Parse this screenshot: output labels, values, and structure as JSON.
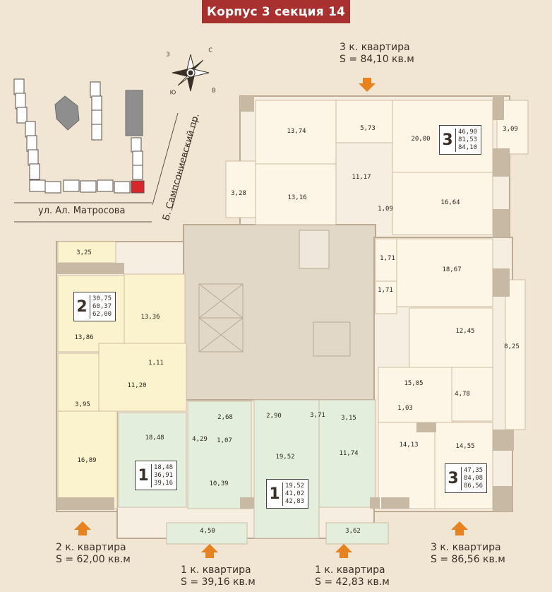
{
  "header": {
    "title": "Корпус 3 секция 14"
  },
  "captions": {
    "top": {
      "line1": "3 к. квартира",
      "line2": "S = 84,10 кв.м"
    },
    "bottom_left": {
      "line1": "2 к. квартира",
      "line2": "S = 62,00 кв.м"
    },
    "bottom_mid1": {
      "line1": "1 к. квартира",
      "line2": "S = 39,16 кв.м"
    },
    "bottom_mid2": {
      "line1": "1 к. квартира",
      "line2": "S = 42,83 кв.м"
    },
    "bottom_right": {
      "line1": "3 к. квартира",
      "line2": "S = 86,56 кв.м"
    }
  },
  "site_plan": {
    "street_bottom": "ул. Ал. Матросова",
    "street_right": "Б. Сампсониевский пр.",
    "compass": {
      "n": "С",
      "s": "Ю",
      "w": "З",
      "e": "В"
    }
  },
  "apartments": [
    {
      "rooms": "3",
      "v1": "46,90",
      "v2": "81,53",
      "v3": "84,10"
    },
    {
      "rooms": "2",
      "v1": "30,75",
      "v2": "60,37",
      "v3": "62,00"
    },
    {
      "rooms": "1",
      "v1": "18,48",
      "v2": "36,91",
      "v3": "39,16"
    },
    {
      "rooms": "1",
      "v1": "19,52",
      "v2": "41,02",
      "v3": "42,83"
    },
    {
      "rooms": "3",
      "v1": "47,35",
      "v2": "84,08",
      "v3": "86,56"
    }
  ],
  "room_areas": {
    "a_13_74": "13,74",
    "a_5_73": "5,73",
    "a_20_00": "20,00",
    "a_3_09": "3,09",
    "a_11_17": "11,17",
    "a_3_28": "3,28",
    "a_13_16": "13,16",
    "a_1_09": "1,09",
    "a_16_64": "16,64",
    "a_3_25": "3,25",
    "a_1_71a": "1,71",
    "a_18_67": "18,67",
    "a_1_71b": "1,71",
    "a_13_36": "13,36",
    "a_13_86": "13,86",
    "a_12_45": "12,45",
    "a_8_25": "8,25",
    "a_1_11": "1,11",
    "a_11_20": "11,20",
    "a_3_95": "3,95",
    "a_15_05": "15,05",
    "a_4_78": "4,78",
    "a_1_03": "1,03",
    "a_2_68": "2,68",
    "a_2_90": "2,90",
    "a_3_71": "3,71",
    "a_3_15": "3,15",
    "a_18_48": "18,48",
    "a_4_29": "4,29",
    "a_1_07": "1,07",
    "a_19_52": "19,52",
    "a_11_74": "11,74",
    "a_14_13": "14,13",
    "a_14_55": "14,55",
    "a_16_89": "16,89",
    "a_10_39": "10,39",
    "a_4_50": "4,50",
    "a_3_62": "3,62"
  },
  "colors": {
    "bg": "#f1e6d3",
    "title_bg": "#a8302f",
    "arrow": "#e8821e",
    "apt_cream": "#fdf6e6",
    "apt_yellow": "#fbf3cd",
    "apt_green": "#e3efdc",
    "core": "#e2d8c8",
    "wall": "#bdaa93"
  }
}
